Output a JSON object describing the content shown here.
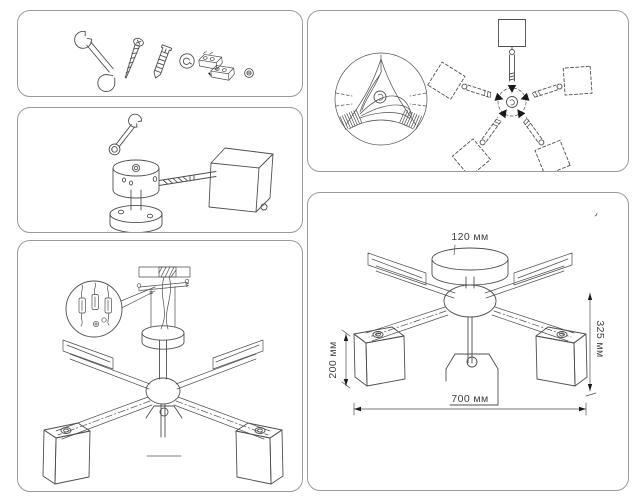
{
  "colors": {
    "background": "#ffffff",
    "panel_border": "#9b9b9b",
    "line": "#4f4f4f",
    "text": "#3f3f3f",
    "arrow_fill": "#1a1a1a"
  },
  "panels": {
    "hardware": {
      "parts": [
        "wrench",
        "mounting-screw",
        "wall-anchor",
        "lock-washer",
        "terminal-block",
        "cap-nut"
      ]
    },
    "hub_assembly": {
      "parts": [
        "wrench",
        "center-hub",
        "base-plate",
        "threaded-arm",
        "cube-shade"
      ]
    },
    "arm_wiring": {
      "parts": [
        "wiring-detail-magnifier",
        "five-arm-top-view",
        "insert-arrows"
      ]
    },
    "ceiling_mount": {
      "parts": [
        "ceiling",
        "mounting-bracket",
        "terminal-detail-magnifier",
        "canopy",
        "center-hub",
        "arms",
        "cube-shades"
      ]
    },
    "dimensions": {
      "canopy_diameter": "120 мм",
      "shade_height": "200 мм",
      "fixture_height": "325 мм",
      "fixture_width": "700 мм"
    }
  }
}
